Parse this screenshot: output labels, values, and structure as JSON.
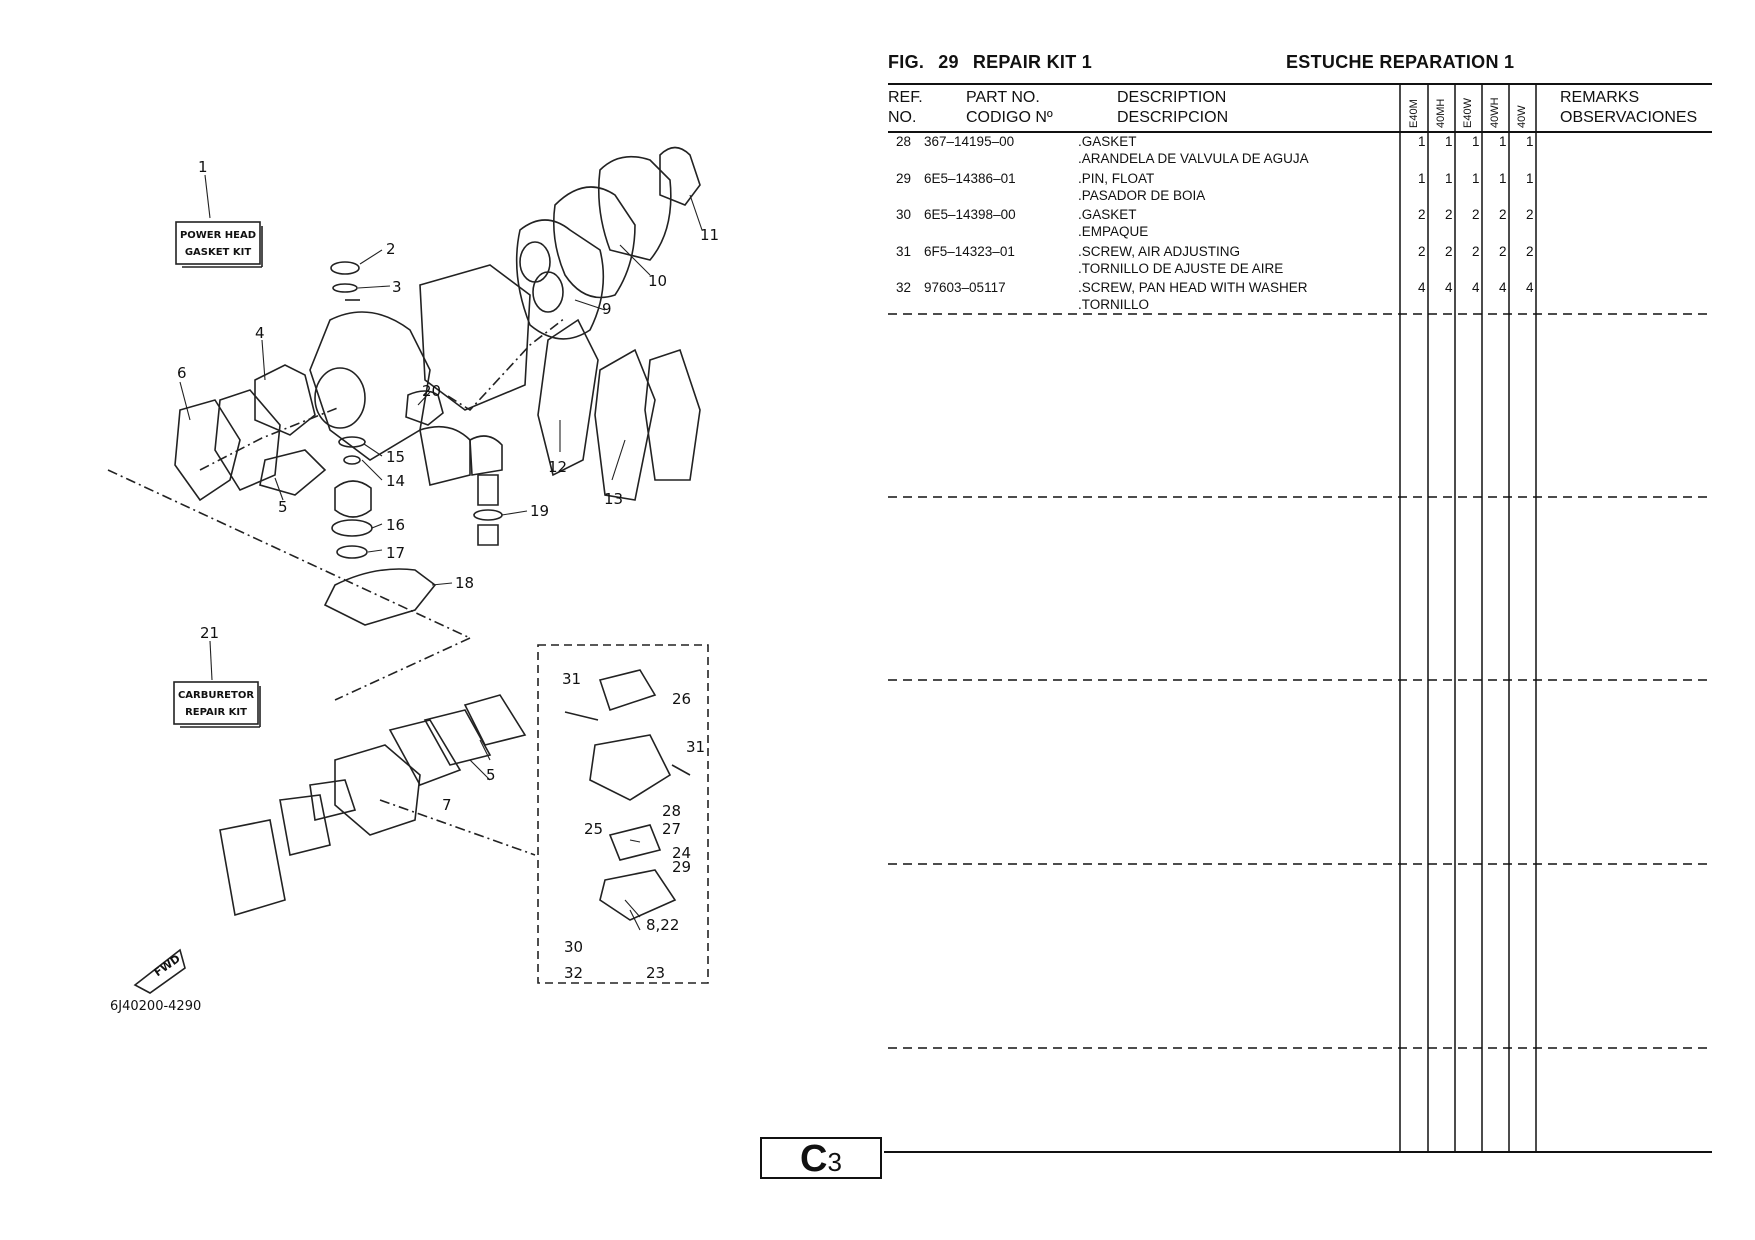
{
  "diagram": {
    "callouts": [
      "1",
      "2",
      "3",
      "4",
      "5",
      "5",
      "6",
      "7",
      "8,22",
      "9",
      "10",
      "11",
      "12",
      "13",
      "14",
      "15",
      "16",
      "17",
      "18",
      "19",
      "20",
      "21",
      "23",
      "24",
      "25",
      "26",
      "27",
      "28",
      "29",
      "30",
      "31",
      "31",
      "32"
    ],
    "kit_boxes": [
      {
        "line1": "POWER HEAD",
        "line2": "GASKET KIT"
      },
      {
        "line1": "CARBURETOR",
        "line2": "REPAIR KIT"
      }
    ],
    "fwd_label": "FWD",
    "drawing_code": "6J40200-4290"
  },
  "figure": {
    "label": "FIG.",
    "number": "29",
    "title_en": "REPAIR KIT 1",
    "title_es": "ESTUCHE REPARATION 1"
  },
  "table": {
    "headers": {
      "ref_en": "REF.",
      "ref_es": "NO.",
      "part_en": "PART NO.",
      "part_es": "CODIGO Nº",
      "desc_en": "DESCRIPTION",
      "desc_es": "DESCRIPCION",
      "remarks_en": "REMARKS",
      "remarks_es": "OBSERVACIONES"
    },
    "models": [
      "E40M",
      "40MH",
      "E40W",
      "40WH",
      "40W"
    ],
    "rows": [
      {
        "ref": "28",
        "part": "367–14195–00",
        "desc_en": ".GASKET",
        "desc_es": ".ARANDELA  DE VALVULA DE AGUJA",
        "qty": [
          "1",
          "1",
          "1",
          "1",
          "1"
        ]
      },
      {
        "ref": "29",
        "part": "6E5–14386–01",
        "desc_en": ".PIN, FLOAT",
        "desc_es": ".PASADOR DE BOIA",
        "qty": [
          "1",
          "1",
          "1",
          "1",
          "1"
        ]
      },
      {
        "ref": "30",
        "part": "6E5–14398–00",
        "desc_en": ".GASKET",
        "desc_es": ".EMPAQUE",
        "qty": [
          "2",
          "2",
          "2",
          "2",
          "2"
        ]
      },
      {
        "ref": "31",
        "part": "6F5–14323–01",
        "desc_en": ".SCREW, AIR ADJUSTING",
        "desc_es": ".TORNILLO  DE AJUSTE DE AIRE",
        "qty": [
          "2",
          "2",
          "2",
          "2",
          "2"
        ]
      },
      {
        "ref": "32",
        "part": "97603–05117",
        "desc_en": ".SCREW, PAN HEAD WITH WASHER",
        "desc_es": ".TORNILLO",
        "qty": [
          "4",
          "4",
          "4",
          "4",
          "4"
        ]
      }
    ]
  },
  "page_code": {
    "letter": "C",
    "number": "3"
  }
}
